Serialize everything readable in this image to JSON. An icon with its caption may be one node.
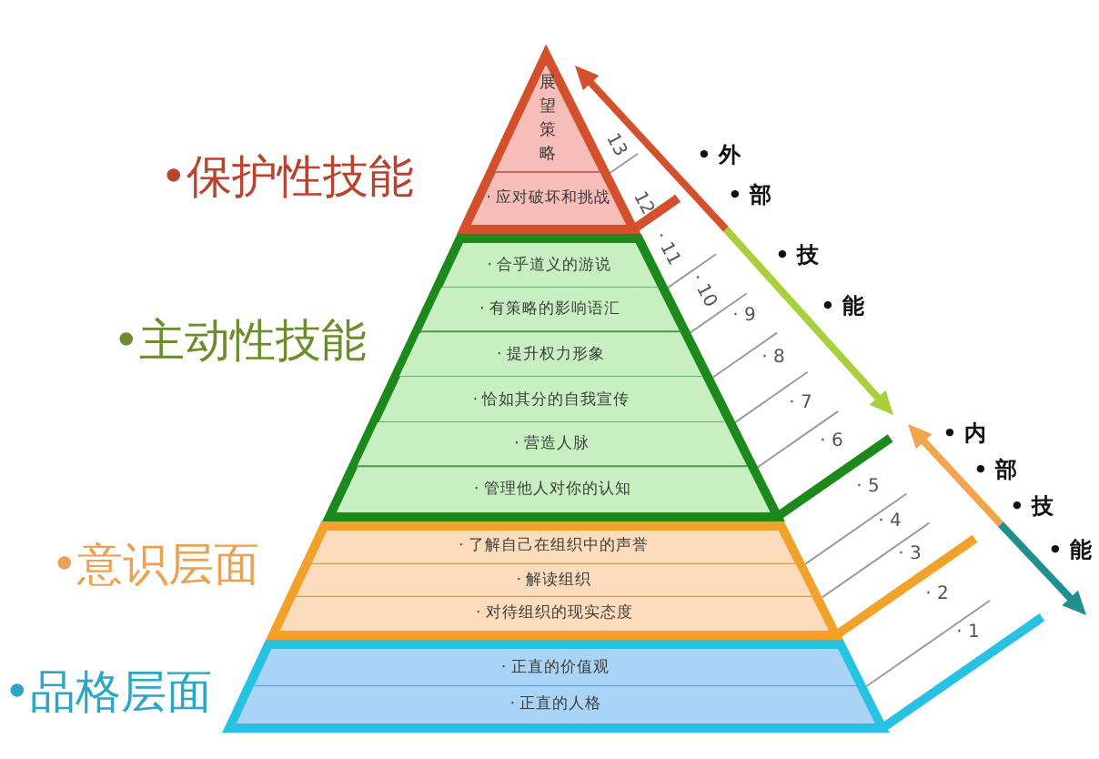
{
  "diagram": {
    "nodes": [
      {
        "text": [],
        "shape": "triangle",
        "beside": [
          "•保护性技能"
        ]
      },
      {
        "text": [
          "展望策略"
        ],
        "in": 0
      },
      {
        "text": [
          "· 应对破坏和挑战"
        ],
        "in": 0
      },
      {
        "text": [],
        "shape": "trapezoid",
        "beside": [
          "•主动性技能"
        ]
      },
      {
        "text": [
          "· 合乎道义的游说"
        ],
        "in": 3
      },
      {
        "text": [
          "· 有策略的影响语汇"
        ],
        "in": 3
      },
      {
        "text": [
          "· 提升权力形象"
        ],
        "in": 3
      },
      {
        "text": [
          "· 恰如其分的自我宣传"
        ],
        "in": 3
      },
      {
        "text": [
          "· 营造人脉"
        ],
        "in": 3
      },
      {
        "text": [
          "· 管理他人对你的认知"
        ],
        "in": 3
      },
      {
        "text": [],
        "shape": "trapezoid",
        "beside": [
          "•意识层面"
        ]
      },
      {
        "text": [
          "· 了解自己在组织中的声誉"
        ],
        "in": 10
      },
      {
        "text": [
          "· 解读组织"
        ],
        "in": 10
      },
      {
        "text": [
          "· 对待组织的现实态度"
        ],
        "in": 10
      },
      {
        "text": [],
        "shape": "trapezoid",
        "beside": [
          "•品格层面"
        ]
      },
      {
        "text": [
          "· 正直的价值观"
        ],
        "in": 14
      },
      {
        "text": [
          "· 正直的人格"
        ],
        "in": 14
      }
    ],
    "labels": [
      "13",
      "• 外",
      "• 部",
      "12",
      "· 11",
      "• 技",
      "· 10",
      "• 能",
      "· 9",
      "· 8",
      "· 7",
      "• 内",
      "· 6",
      "• 部",
      "· 5",
      "• 技",
      "· 4",
      "• 能",
      "· 3",
      "· 2",
      "· 1"
    ]
  }
}
